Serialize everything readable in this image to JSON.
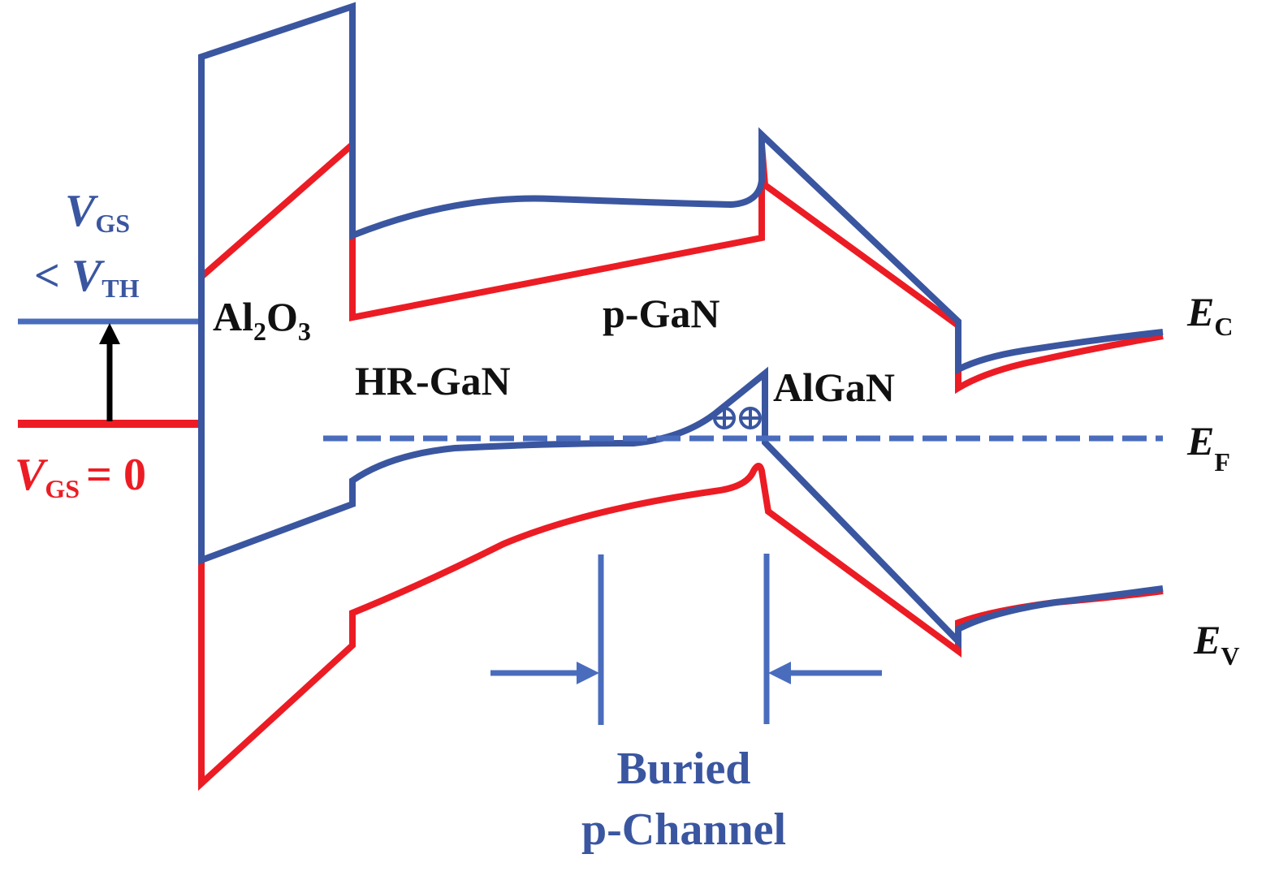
{
  "colors": {
    "vgs_below_vth": "#3a56a0",
    "vgs_zero": "#ec1c24",
    "fermi_level": "#4a6cbd",
    "annotation": "#4a6cbd",
    "shift_arrow": "#000000",
    "text": "#111111"
  },
  "legend": {
    "blue": {
      "v": "V",
      "v_sub": "GS",
      "lt": "< V",
      "lt_sub": "TH"
    },
    "red": {
      "v": "V",
      "v_sub": "GS",
      "eq": "= 0"
    }
  },
  "layers": {
    "oxide": {
      "main": "Al",
      "sub1": "2",
      "mid": "O",
      "sub2": "3"
    },
    "hr_gan": "HR-GaN",
    "p_gan": "p-GaN",
    "algan": "AlGaN"
  },
  "band_labels": {
    "ec": {
      "main": "E",
      "sub": "C"
    },
    "ef": {
      "main": "E",
      "sub": "F"
    },
    "ev": {
      "main": "E",
      "sub": "V"
    }
  },
  "channel_annotation": {
    "line1": "Buried",
    "line2": "p-Channel"
  },
  "holes": {
    "count": 2,
    "symbol": "plus-in-circle"
  }
}
